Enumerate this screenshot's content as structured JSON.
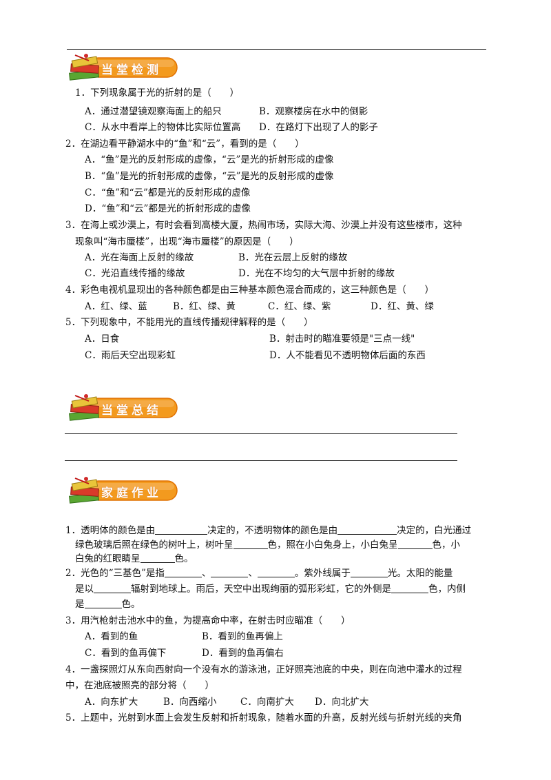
{
  "sections": {
    "s1": "当堂检测",
    "s2": "当堂总结",
    "s3": "家庭作业"
  },
  "quiz": [
    "1．下列现象属于光的折射的是（　　）",
    "A．通过潜望镜观察海面上的船只",
    "B．观察楼房在水中的倒影",
    "C．从水中看岸上的物体比实际位置高",
    "D．在路灯下出现了人的影子",
    "2．在湖边看平静湖水中的“鱼”和“云”，看到的是（　　）",
    "A．“鱼”是光的反射形成的虚像，“云”是光的折射形成的虚像",
    "B．“鱼”是光的折射形成的虚像，“云”是光的反射形成的虚像",
    "C．“鱼”和“云”都是光的反射形成的虚像",
    "D．“鱼”和“云”都是光的折射形成的虚像",
    "3．在海上或沙漠上，有时会看到高楼大厦，热闹市场，实际大海、沙漠上并没有这些楼市，这种",
    "现象叫“海市蜃楼”，出现“海市蜃楼”的原因是（　　）",
    "A．光在海面上反射的缘故",
    "B．光在云层上反射的缘故",
    "C．光沿直线传播的缘故",
    "D．光在不均匀的大气层中折射的缘故",
    "4．彩色电视机显现出的各种颜色都是由三种基本颜色混合而成的，这三种颜色是（　　）",
    "A．红、绿、蓝",
    "B．红、绿、黄",
    "C．红、绿、紫",
    "D．红、黄、绿",
    "5．下列现象中，不能用光的直线传播规律解释的是（　　）",
    "A．日食",
    "B．射击时的瞄准要领是\"三点一线\"",
    "C．雨后天空出现彩虹",
    "D．人不能看见不透明物体后面的东西"
  ],
  "homework": [
    "1．透明体的颜色是由",
    "决定的，不透明物体的颜色是由",
    "决定的，白光通过",
    "绿色玻璃后照在绿色的树叶上，树叶呈",
    "色，照在小白兔身上，小白兔呈",
    "色，小",
    "白兔的红眼睛呈",
    "色。",
    "2．光色的“三基色”是指",
    "、",
    "、",
    "。紫外线属于",
    "光。太阳的能量",
    "是以",
    "辐射到地球上。雨后，天空中出现绚丽的弧形彩虹，它的外侧是",
    "色，内侧",
    "是",
    "色。",
    "3．用汽枪射击池水中的鱼，为提高命中率，在射击时应瞄准（　　）",
    "A．看到的鱼",
    "B．看到的鱼再偏上",
    "C．看到的鱼再偏下",
    "D．看到的鱼再偏右",
    "4．一盏探照灯从东向西射向一个没有水的游泳池，正好照亮池底的中央，则在向池中灌水的过程",
    "中，在池底被照亮的部分将（　　）",
    "A．向东扩大",
    "B．向西缩小",
    "C．向南扩大",
    "D．向北扩大",
    "5．上题中，光射到水面上会发生反射和折射现象，随着水面的升高，反射光线与折射光线的夹角"
  ],
  "colors": {
    "banner_fill": "#f39a1e",
    "banner_stroke": "#e07000",
    "book_red": "#d93a2a",
    "book_green": "#5aa632"
  },
  "icons": [
    "book-stack-icon"
  ]
}
